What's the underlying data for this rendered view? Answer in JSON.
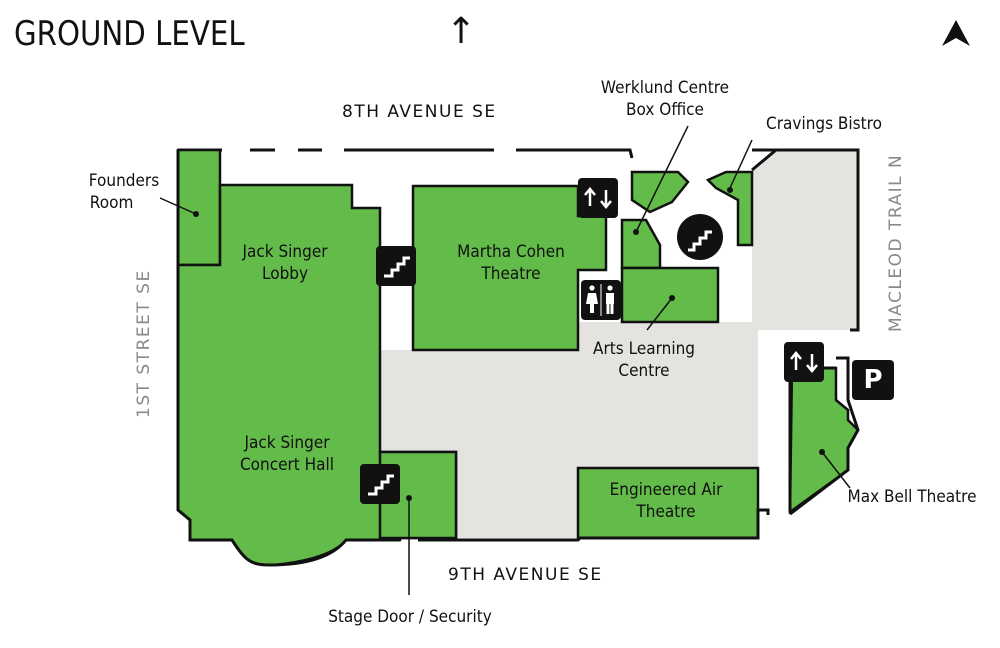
{
  "title": "GROUND LEVEL",
  "up_arrow": "↑",
  "colors": {
    "green": "#63bb4a",
    "gray": "#e4e3e0",
    "outline": "#111111",
    "icon_bg": "#111111"
  },
  "streets": {
    "north": "8TH AVENUE SE",
    "south": "9TH AVENUE SE",
    "west": "1ST STREET SE",
    "east": "MACLEOD TRAIL N"
  },
  "labels": {
    "founders_room": [
      "Founders",
      "Room"
    ],
    "jack_singer_lobby": [
      "Jack Singer",
      "Lobby"
    ],
    "jack_singer_concert_hall": [
      "Jack Singer",
      "Concert Hall"
    ],
    "martha_cohen_theatre": [
      "Martha Cohen",
      "Theatre"
    ],
    "werklund_box_office": [
      "Werklund Centre",
      "Box Office"
    ],
    "cravings_bistro": "Cravings Bistro",
    "arts_learning_centre": [
      "Arts Learning",
      "Centre"
    ],
    "engineered_air_theatre": [
      "Engineered Air",
      "Theatre"
    ],
    "max_bell_theatre": "Max Bell Theatre",
    "stage_door_security": "Stage Door / Security"
  },
  "icons": {
    "north_arrow": "north-arrow-icon",
    "stairs": "stairs-icon",
    "elevator": "elevator-icon",
    "restroom": "restroom-icon",
    "parking": "P"
  }
}
